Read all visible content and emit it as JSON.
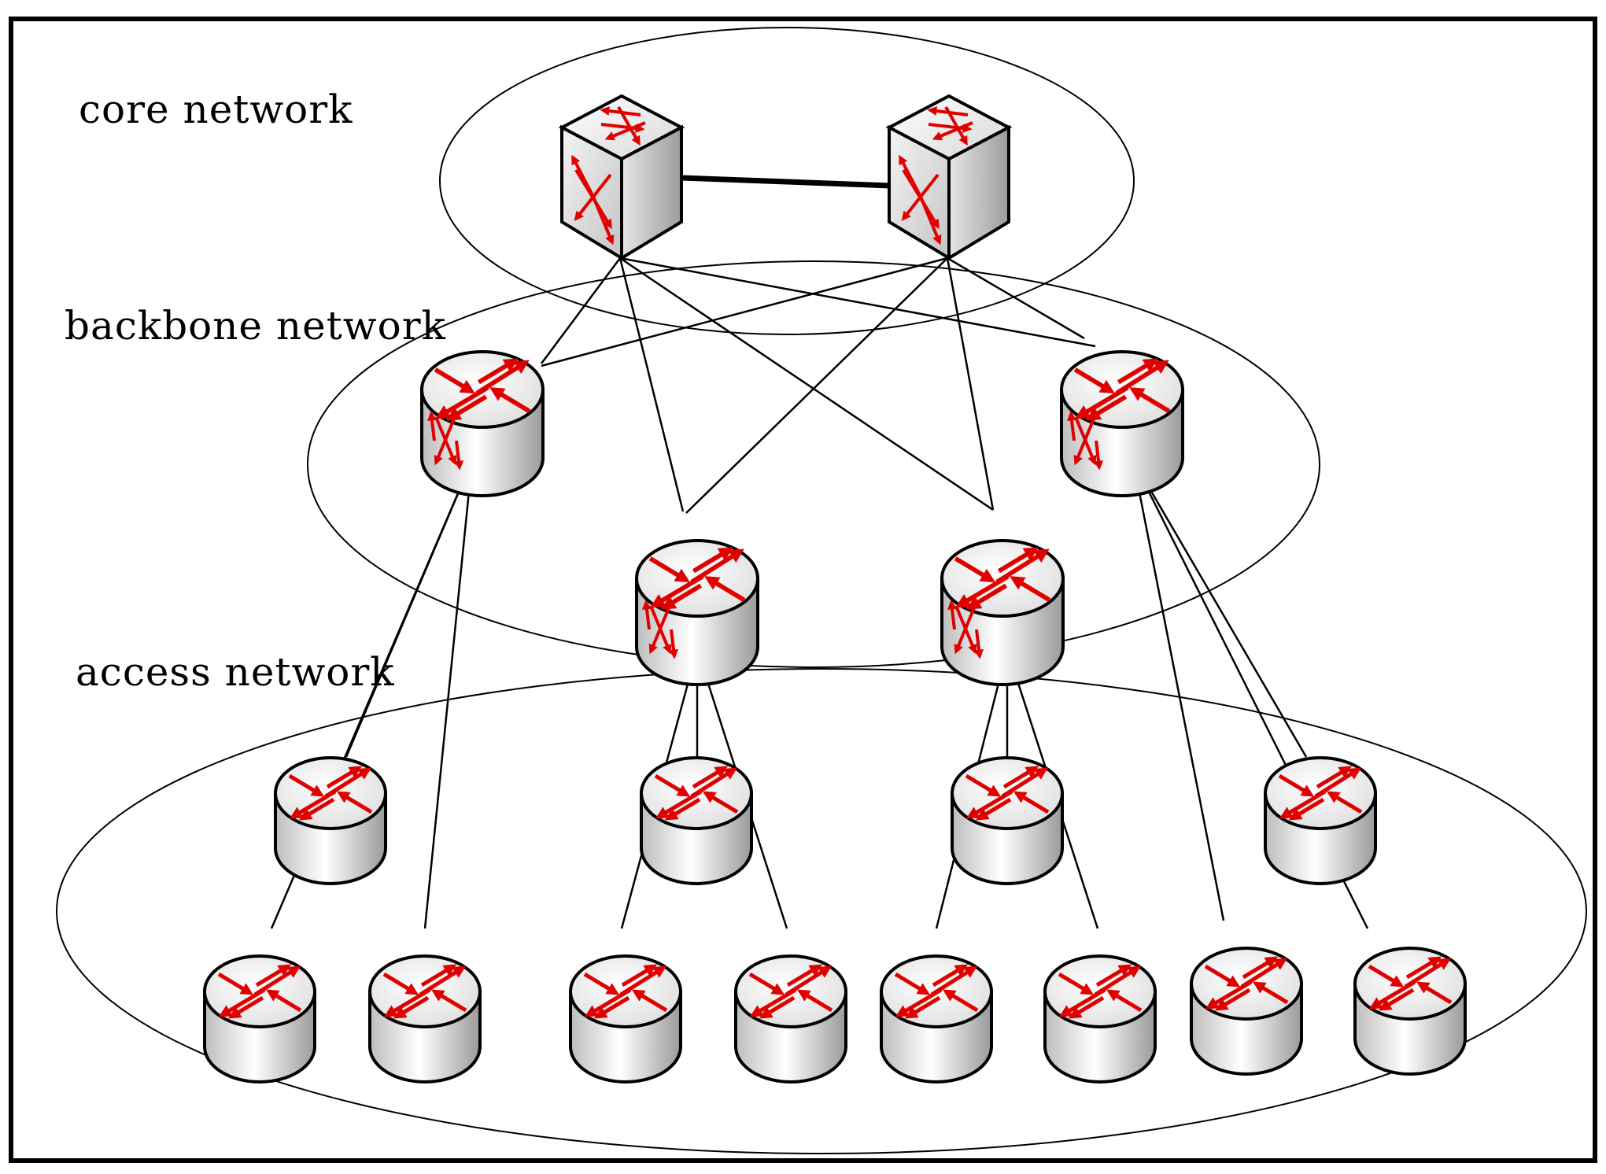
{
  "labels": {
    "core": "core network",
    "backbone": "backbone network",
    "access": "access network"
  },
  "colors": {
    "arrow": "#e00000",
    "outline": "#000000",
    "body_light": "#ffffff",
    "body_dark": "#a9a9a9"
  },
  "nodes": [
    {
      "id": "c1",
      "layer": "core",
      "kind": "switch",
      "icon": "layer3-switch-icon"
    },
    {
      "id": "c2",
      "layer": "core",
      "kind": "switch",
      "icon": "layer3-switch-icon"
    },
    {
      "id": "b1",
      "layer": "backbone",
      "kind": "router",
      "icon": "switch-router-icon"
    },
    {
      "id": "b2",
      "layer": "backbone",
      "kind": "router",
      "icon": "switch-router-icon"
    },
    {
      "id": "b3",
      "layer": "backbone",
      "kind": "router",
      "icon": "switch-router-icon"
    },
    {
      "id": "b4",
      "layer": "backbone",
      "kind": "router",
      "icon": "switch-router-icon"
    },
    {
      "id": "a1",
      "layer": "access",
      "kind": "router",
      "icon": "router-icon"
    },
    {
      "id": "a2",
      "layer": "access",
      "kind": "router",
      "icon": "router-icon"
    },
    {
      "id": "a3",
      "layer": "access",
      "kind": "router",
      "icon": "router-icon"
    },
    {
      "id": "a4",
      "layer": "access",
      "kind": "router",
      "icon": "router-icon"
    },
    {
      "id": "e1",
      "layer": "access",
      "kind": "router",
      "icon": "router-icon"
    },
    {
      "id": "e2",
      "layer": "access",
      "kind": "router",
      "icon": "router-icon"
    },
    {
      "id": "e3",
      "layer": "access",
      "kind": "router",
      "icon": "router-icon"
    },
    {
      "id": "e4",
      "layer": "access",
      "kind": "router",
      "icon": "router-icon"
    },
    {
      "id": "e5",
      "layer": "access",
      "kind": "router",
      "icon": "router-icon"
    },
    {
      "id": "e6",
      "layer": "access",
      "kind": "router",
      "icon": "router-icon"
    },
    {
      "id": "e7",
      "layer": "access",
      "kind": "router",
      "icon": "router-icon"
    },
    {
      "id": "e8",
      "layer": "access",
      "kind": "router",
      "icon": "router-icon"
    }
  ],
  "links": [
    {
      "from": "c1",
      "to": "c2",
      "style": "thick"
    },
    {
      "from": "c1",
      "to": "b1"
    },
    {
      "from": "c1",
      "to": "b2"
    },
    {
      "from": "c1",
      "to": "b3"
    },
    {
      "from": "c1",
      "to": "b4"
    },
    {
      "from": "c2",
      "to": "b1"
    },
    {
      "from": "c2",
      "to": "b2"
    },
    {
      "from": "c2",
      "to": "b3"
    },
    {
      "from": "c2",
      "to": "b4"
    },
    {
      "from": "b1",
      "to": "a1"
    },
    {
      "from": "b1",
      "to": "e1"
    },
    {
      "from": "b1",
      "to": "e2"
    },
    {
      "from": "b2",
      "to": "a2"
    },
    {
      "from": "b2",
      "to": "e3"
    },
    {
      "from": "b2",
      "to": "e4"
    },
    {
      "from": "b3",
      "to": "a3"
    },
    {
      "from": "b3",
      "to": "e5"
    },
    {
      "from": "b3",
      "to": "e6"
    },
    {
      "from": "b4",
      "to": "a4"
    },
    {
      "from": "b4",
      "to": "e7"
    },
    {
      "from": "b4",
      "to": "e8"
    }
  ]
}
